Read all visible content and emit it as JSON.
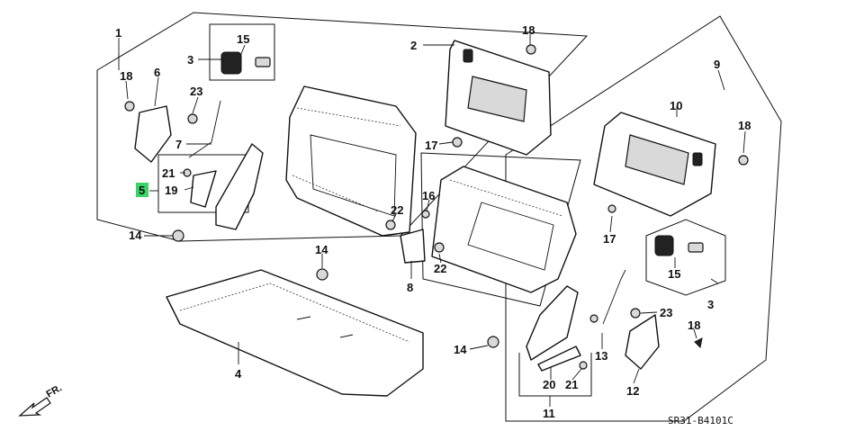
{
  "diagram": {
    "code": "SR31-B4101C",
    "direction_label": "FR.",
    "highlight_color": "#38d46a",
    "callouts": [
      {
        "id": "c1",
        "label": "1"
      },
      {
        "id": "c2",
        "label": "2"
      },
      {
        "id": "c3a",
        "label": "3"
      },
      {
        "id": "c3b",
        "label": "3"
      },
      {
        "id": "c4",
        "label": "4"
      },
      {
        "id": "c5",
        "label": "5",
        "highlighted": true
      },
      {
        "id": "c6",
        "label": "6"
      },
      {
        "id": "c7",
        "label": "7"
      },
      {
        "id": "c8",
        "label": "8"
      },
      {
        "id": "c9",
        "label": "9"
      },
      {
        "id": "c10",
        "label": "10"
      },
      {
        "id": "c11",
        "label": "11"
      },
      {
        "id": "c12",
        "label": "12"
      },
      {
        "id": "c13",
        "label": "13"
      },
      {
        "id": "c14a",
        "label": "14"
      },
      {
        "id": "c14b",
        "label": "14"
      },
      {
        "id": "c14c",
        "label": "14"
      },
      {
        "id": "c15a",
        "label": "15"
      },
      {
        "id": "c15b",
        "label": "15"
      },
      {
        "id": "c16",
        "label": "16"
      },
      {
        "id": "c17a",
        "label": "17"
      },
      {
        "id": "c17b",
        "label": "17"
      },
      {
        "id": "c18a",
        "label": "18"
      },
      {
        "id": "c18b",
        "label": "18"
      },
      {
        "id": "c18c",
        "label": "18"
      },
      {
        "id": "c18d",
        "label": "18"
      },
      {
        "id": "c19",
        "label": "19"
      },
      {
        "id": "c20",
        "label": "20"
      },
      {
        "id": "c21a",
        "label": "21"
      },
      {
        "id": "c21b",
        "label": "21"
      },
      {
        "id": "c22a",
        "label": "22"
      },
      {
        "id": "c22b",
        "label": "22"
      },
      {
        "id": "c23a",
        "label": "23"
      },
      {
        "id": "c23b",
        "label": "23"
      }
    ]
  }
}
